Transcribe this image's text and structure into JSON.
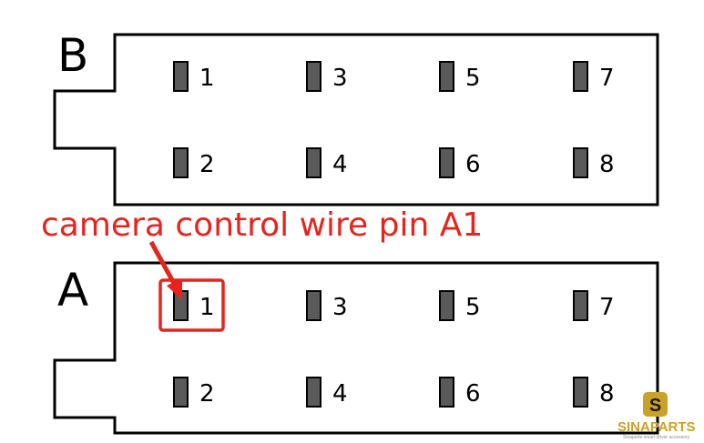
{
  "connectors": [
    {
      "id": "B",
      "label": "B",
      "pins": [
        {
          "number": "1",
          "row": "top",
          "column": 1
        },
        {
          "number": "3",
          "row": "top",
          "column": 2
        },
        {
          "number": "5",
          "row": "top",
          "column": 3
        },
        {
          "number": "7",
          "row": "top",
          "column": 4
        },
        {
          "number": "2",
          "row": "bottom",
          "column": 1
        },
        {
          "number": "4",
          "row": "bottom",
          "column": 2
        },
        {
          "number": "6",
          "row": "bottom",
          "column": 3
        },
        {
          "number": "8",
          "row": "bottom",
          "column": 4
        }
      ]
    },
    {
      "id": "A",
      "label": "A",
      "pins": [
        {
          "number": "1",
          "row": "top",
          "column": 1
        },
        {
          "number": "3",
          "row": "top",
          "column": 2
        },
        {
          "number": "5",
          "row": "top",
          "column": 3
        },
        {
          "number": "7",
          "row": "top",
          "column": 4
        },
        {
          "number": "2",
          "row": "bottom",
          "column": 1
        },
        {
          "number": "4",
          "row": "bottom",
          "column": 2
        },
        {
          "number": "6",
          "row": "bottom",
          "column": 3
        },
        {
          "number": "8",
          "row": "bottom",
          "column": 4
        }
      ]
    }
  ],
  "annotation": {
    "text": "camera control wire pin A1",
    "target_connector": "A",
    "target_pin": "1",
    "color": "#e8231b"
  },
  "watermark": {
    "logo_letter": "S",
    "name": "SINAPARTS",
    "tagline": "Sinaparts-smart driver accessory",
    "color": "#c9a227"
  },
  "colors": {
    "outline": "#000000",
    "pin_fill": "#5a5a5a",
    "background": "#ffffff"
  }
}
